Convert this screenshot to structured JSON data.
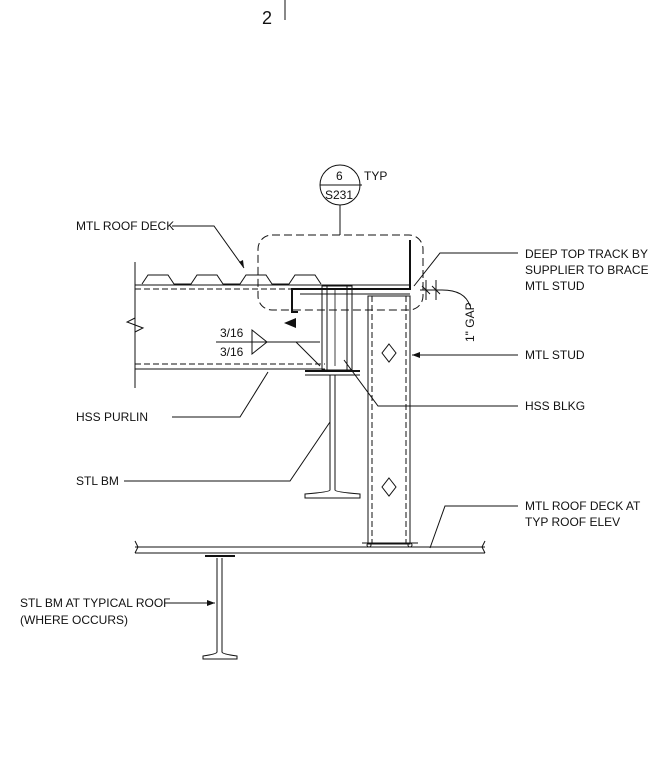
{
  "sheet": {
    "detail_number": "2"
  },
  "section_callout": {
    "detail": "6",
    "sheet": "S231",
    "suffix": "TYP"
  },
  "labels": {
    "mtl_roof_deck": "MTL ROOF DECK",
    "deep_top_track_1": "DEEP TOP TRACK BY",
    "deep_top_track_2": "SUPPLIER TO BRACE",
    "deep_top_track_3": "MTL STUD",
    "gap": "1\" GAP",
    "weld_top": "3/16",
    "weld_bottom": "3/16",
    "mtl_stud": "MTL STUD",
    "hss_purlin": "HSS PURLIN",
    "hss_blkg": "HSS BLKG",
    "stl_bm": "STL BM",
    "mtl_roof_deck_typ_1": "MTL ROOF DECK AT",
    "mtl_roof_deck_typ_2": "TYP ROOF ELEV",
    "stl_bm_typ_1": "STL BM AT TYPICAL ROOF",
    "stl_bm_typ_2": "(WHERE OCCURS)"
  },
  "icons": [
    "section-callout-icon",
    "weld-symbol-icon",
    "diamond-marker-icon",
    "break-line-icon"
  ]
}
